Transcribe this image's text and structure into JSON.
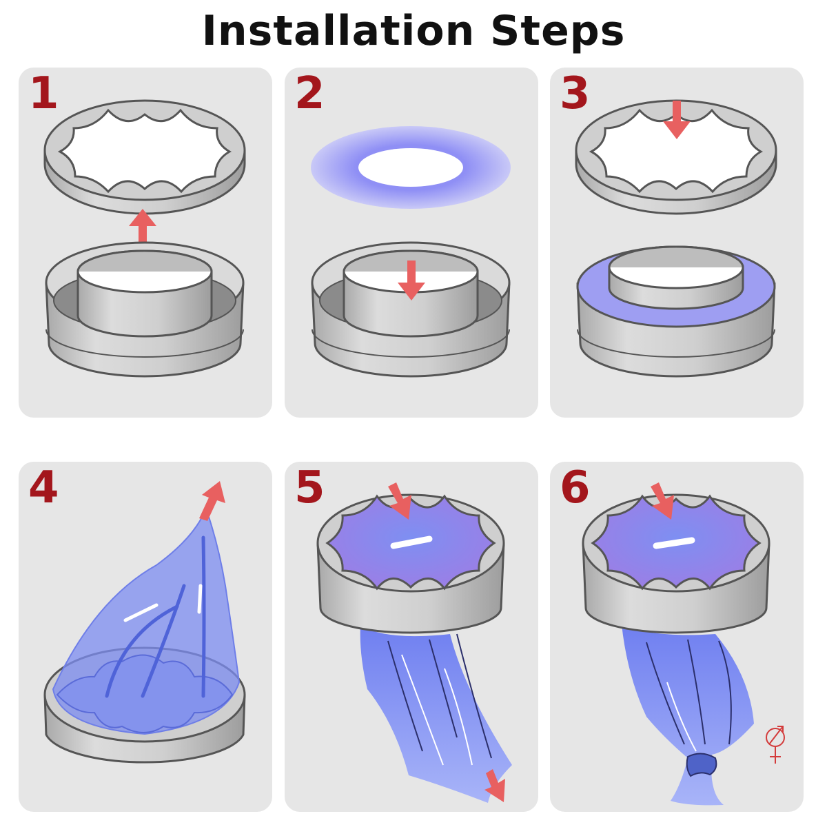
{
  "title": "Installation Steps",
  "steps": [
    {
      "number": "1"
    },
    {
      "number": "2"
    },
    {
      "number": "3"
    },
    {
      "number": "4"
    },
    {
      "number": "5"
    },
    {
      "number": "6"
    }
  ],
  "colors": {
    "panel": "#e6e6e6",
    "step_number": "#a3161c",
    "arrow": "#e86060",
    "bag": "#7d8ef0",
    "metal": "#c8c8c8",
    "outline": "#555555"
  },
  "icons": [
    "gender-symbol-icon"
  ]
}
